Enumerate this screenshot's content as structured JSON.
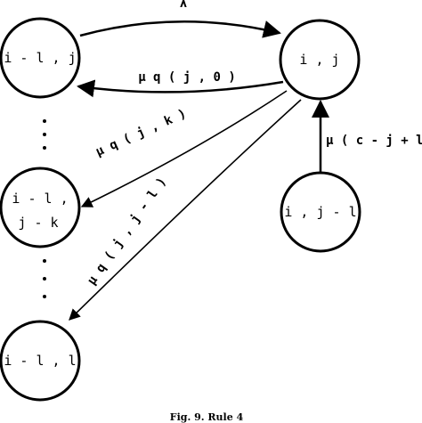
{
  "nodes": {
    "top_left": "i - l , j",
    "top_right": "i , j",
    "mid_left_line1": "i - l ,",
    "mid_left_line2": "j - k",
    "mid_right": "i , j - l",
    "bottom_left": "i - l , l"
  },
  "edges": {
    "lambda": "λ",
    "mu_q_j0": "μ q ( j , 0 )",
    "mu_q_jk": "μ q ( j , k )",
    "mu_q_j_jminus1": "μ q ( j , j - l )",
    "mu_c_minus_j_plus1": "μ ( c - j + l )"
  },
  "caption": "Fig. 9. Rule 4"
}
